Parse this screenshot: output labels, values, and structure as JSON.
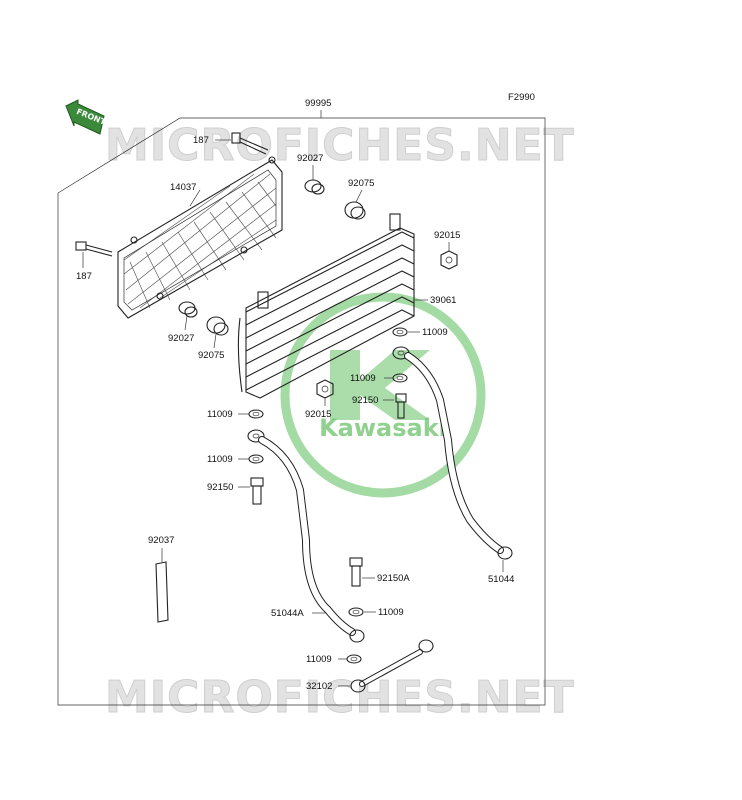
{
  "diagram": {
    "code": "F2990",
    "assembly_number": "99995",
    "front_label": "FRONT",
    "watermark_text": "MICROFICHES.NET",
    "logo_text": "Kawasaki",
    "logo_color": "#7dc97d",
    "parts": [
      {
        "id": "p187a",
        "label": "187"
      },
      {
        "id": "p92027a",
        "label": "92027"
      },
      {
        "id": "p14037",
        "label": "14037"
      },
      {
        "id": "p92075a",
        "label": "92075"
      },
      {
        "id": "p187b",
        "label": "187"
      },
      {
        "id": "p92015a",
        "label": "92015"
      },
      {
        "id": "p39061",
        "label": "39061"
      },
      {
        "id": "p92027b",
        "label": "92027"
      },
      {
        "id": "p11009a",
        "label": "11009"
      },
      {
        "id": "p92075b",
        "label": "92075"
      },
      {
        "id": "p11009b",
        "label": "11009"
      },
      {
        "id": "p92150a",
        "label": "92150"
      },
      {
        "id": "p92015b",
        "label": "92015"
      },
      {
        "id": "p11009c",
        "label": "11009"
      },
      {
        "id": "p11009d",
        "label": "11009"
      },
      {
        "id": "p92150b",
        "label": "92150"
      },
      {
        "id": "p92037",
        "label": "92037"
      },
      {
        "id": "p51044",
        "label": "51044"
      },
      {
        "id": "p92150A",
        "label": "92150A"
      },
      {
        "id": "p51044A",
        "label": "51044A"
      },
      {
        "id": "p11009e",
        "label": "11009"
      },
      {
        "id": "p11009f",
        "label": "11009"
      },
      {
        "id": "p32102",
        "label": "32102"
      }
    ]
  }
}
